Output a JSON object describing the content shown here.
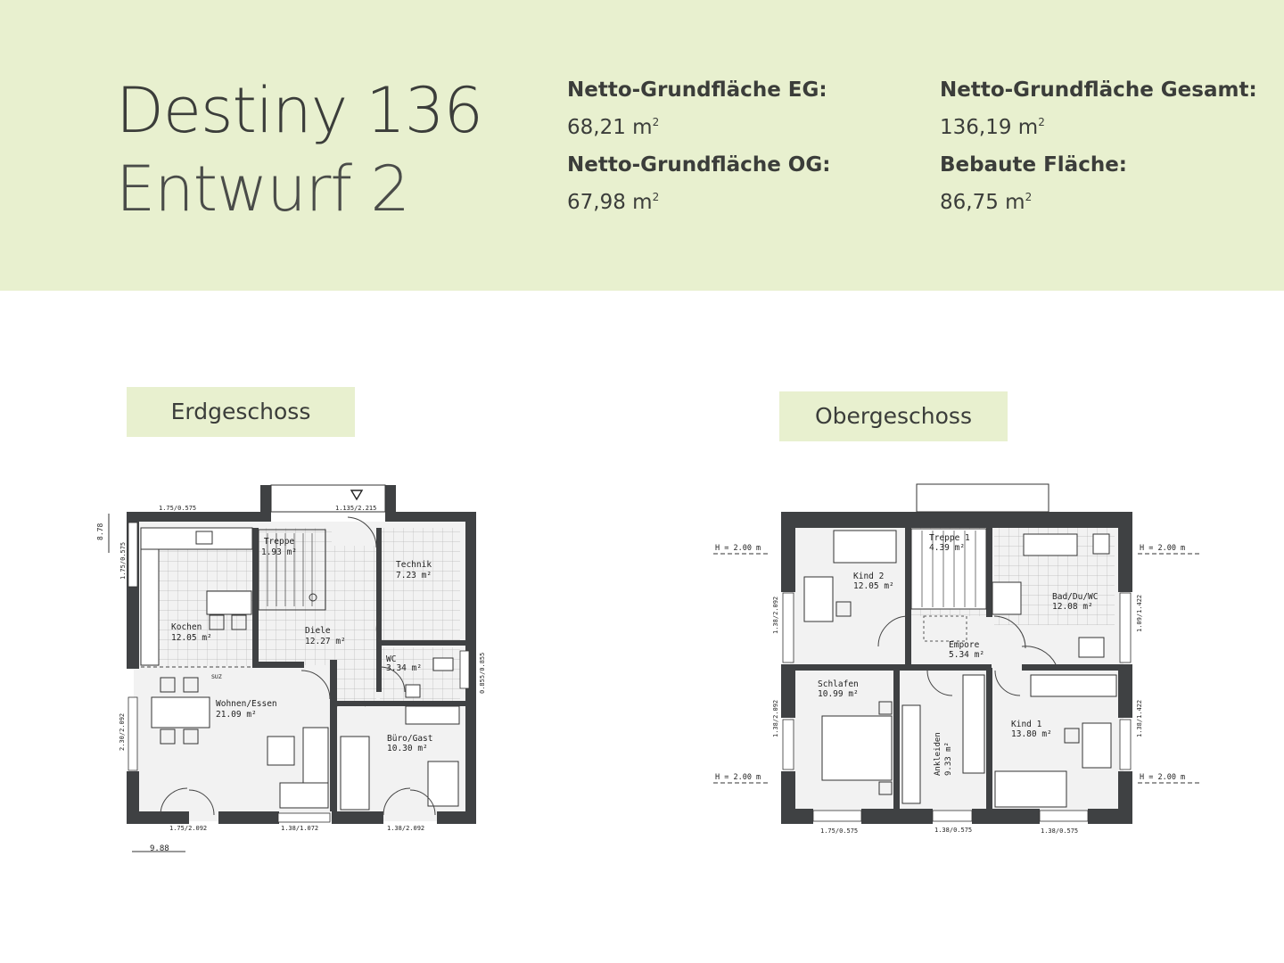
{
  "header": {
    "title_line1": "Destiny 136",
    "title_line2": "Entwurf 2",
    "stats": [
      {
        "label": "Netto-Grundfläche EG:",
        "value": "68,21 m",
        "unit_sup": "2"
      },
      {
        "label": "Netto-Grundfläche OG:",
        "value": "67,98 m",
        "unit_sup": "2"
      },
      {
        "label": "Netto-Grundfläche Gesamt:",
        "value": "136,19 m",
        "unit_sup": "2"
      },
      {
        "label": "Bebaute Fläche:",
        "value": "86,75 m",
        "unit_sup": "2"
      }
    ]
  },
  "floors": {
    "eg": {
      "label": "Erdgeschoss",
      "rooms": [
        {
          "name": "Treppe",
          "area": "1.93 m²"
        },
        {
          "name": "Technik",
          "area": "7.23 m²"
        },
        {
          "name": "Kochen",
          "area": "12.05 m²"
        },
        {
          "name": "Diele",
          "area": "12.27 m²"
        },
        {
          "name": "WC",
          "area": "3.34 m²"
        },
        {
          "name": "Wohnen/Essen",
          "area": "21.09 m²"
        },
        {
          "name": "Büro/Gast",
          "area": "10.30 m²"
        }
      ],
      "dims": [
        "1.75/0.575",
        "1.135/2.215",
        "8.78",
        "1.75/0.575",
        "SUZ",
        "0.855/0.855",
        "2.30/2.092",
        "1.75/2.092",
        "1.38/1.072",
        "1.38/2.092",
        "9.88"
      ]
    },
    "og": {
      "label": "Obergeschoss",
      "rooms": [
        {
          "name": "Treppe 1",
          "area": "4.39 m²"
        },
        {
          "name": "Kind 2",
          "area": "12.05 m²"
        },
        {
          "name": "Bad/Du/WC",
          "area": "12.08 m²"
        },
        {
          "name": "Empore",
          "area": "5.34 m²"
        },
        {
          "name": "Schlafen",
          "area": "10.99 m²"
        },
        {
          "name": "Ankleiden",
          "area": "9.33 m²"
        },
        {
          "name": "Kind 1",
          "area": "13.80 m²"
        }
      ],
      "dims": [
        "H = 2.00 m",
        "H = 2.00 m",
        "H = 2.00 m",
        "H = 2.00 m",
        "1.38/2.092",
        "1.09/1.422",
        "1.38/2.092",
        "1.38/1.422",
        "1.75/0.575",
        "1.38/0.575",
        "1.38/0.575"
      ]
    }
  },
  "colors": {
    "header_bg": "#e8f0cf",
    "wall": "#3f4143",
    "text": "#3b3d3a"
  }
}
